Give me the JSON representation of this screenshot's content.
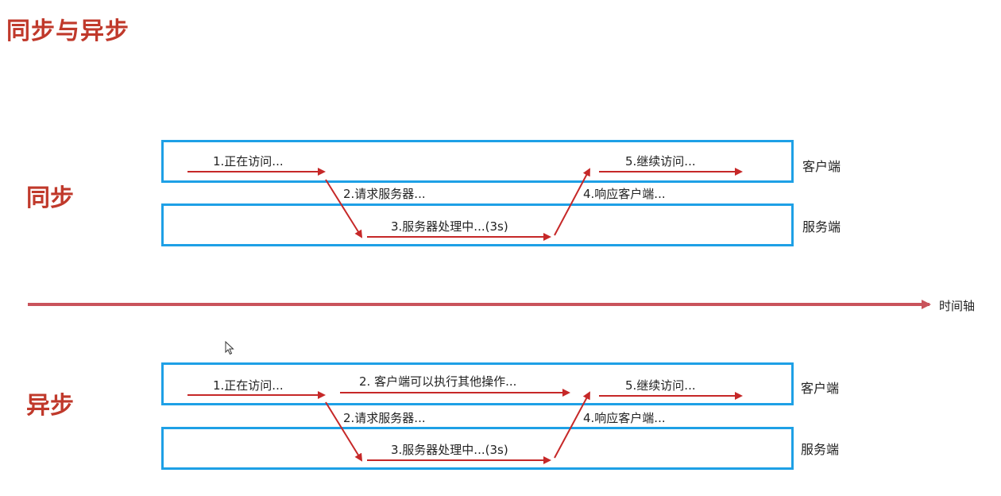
{
  "title": "同步与异步",
  "sync": {
    "label": "同步",
    "client_lane": "客户端",
    "server_lane": "服务端",
    "step1": "1.正在访问...",
    "step2": "2.请求服务器...",
    "step3": "3.服务器处理中...(3s)",
    "step4": "4.响应客户端...",
    "step5": "5.继续访问..."
  },
  "async": {
    "label": "异步",
    "client_lane": "客户端",
    "server_lane": "服务端",
    "step1": "1.正在访问...",
    "step2_client": "2. 客户端可以执行其他操作...",
    "step2": "2.请求服务器...",
    "step3": "3.服务器处理中...(3s)",
    "step4": "4.响应客户端...",
    "step5": "5.继续访问..."
  },
  "timeline": {
    "label": "时间轴"
  },
  "colors": {
    "accent": "#c0392b",
    "lane_border": "#1ea0e6",
    "arrow": "#c62828",
    "timeline": "#c9535b"
  }
}
